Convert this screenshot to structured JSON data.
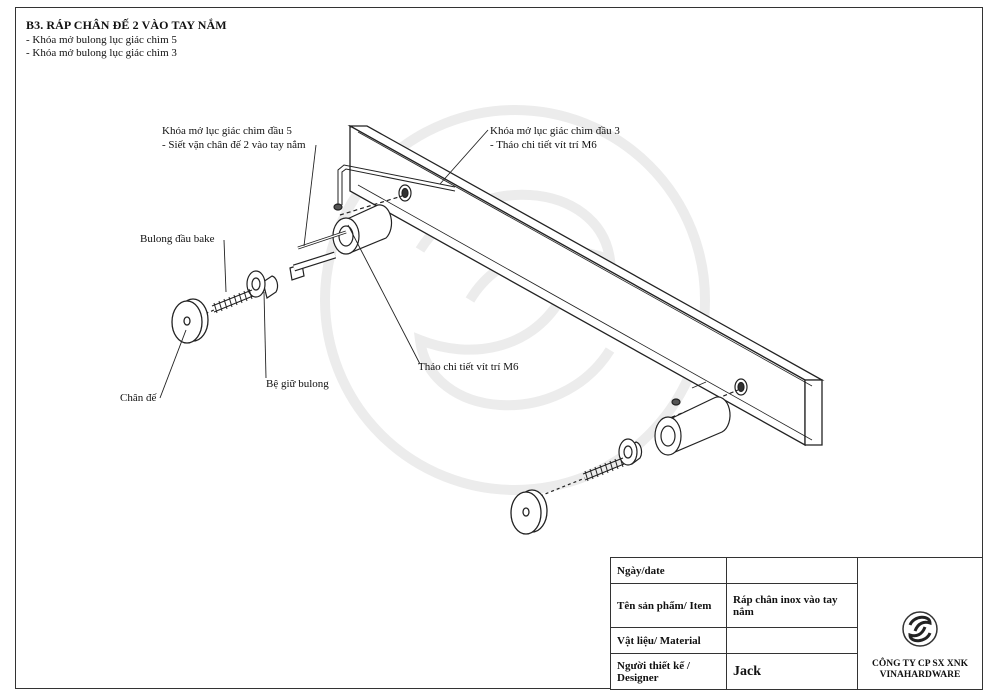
{
  "header": {
    "title": "B3. RÁP CHÂN ĐẾ 2 VÀO TAY NẮM",
    "lines": [
      "- Khóa mở bulong lục giác chìm 5",
      "- Khóa mở bulong lục giác chìm 3"
    ]
  },
  "callouts": {
    "hex5_line1": "Khóa mở lục giác chìm đầu 5",
    "hex5_line2": "- Siết vặn chân đế 2 vào tay nắm",
    "hex3_line1": "Khóa mở lục giác chìm đầu 3",
    "hex3_line2": "- Tháo chi tiết vít trí M6",
    "bolt": "Bulong đầu bake",
    "holder": "Bệ giữ bulong",
    "foot": "Chân đế",
    "m6": "Tháo chi tiết vít trí M6"
  },
  "title_block": {
    "date_label": "Ngày/date",
    "date_value": "",
    "item_label": "Tên sản phẩm/ Item",
    "item_value": "Ráp chân inox vào tay nắm",
    "material_label": "Vật liệu/ Material",
    "material_value": "",
    "designer_label": "Người thiết kế / Designer",
    "designer_value": "Jack",
    "company": "CÔNG TY CP SX XNK VINAHARDWARE"
  }
}
